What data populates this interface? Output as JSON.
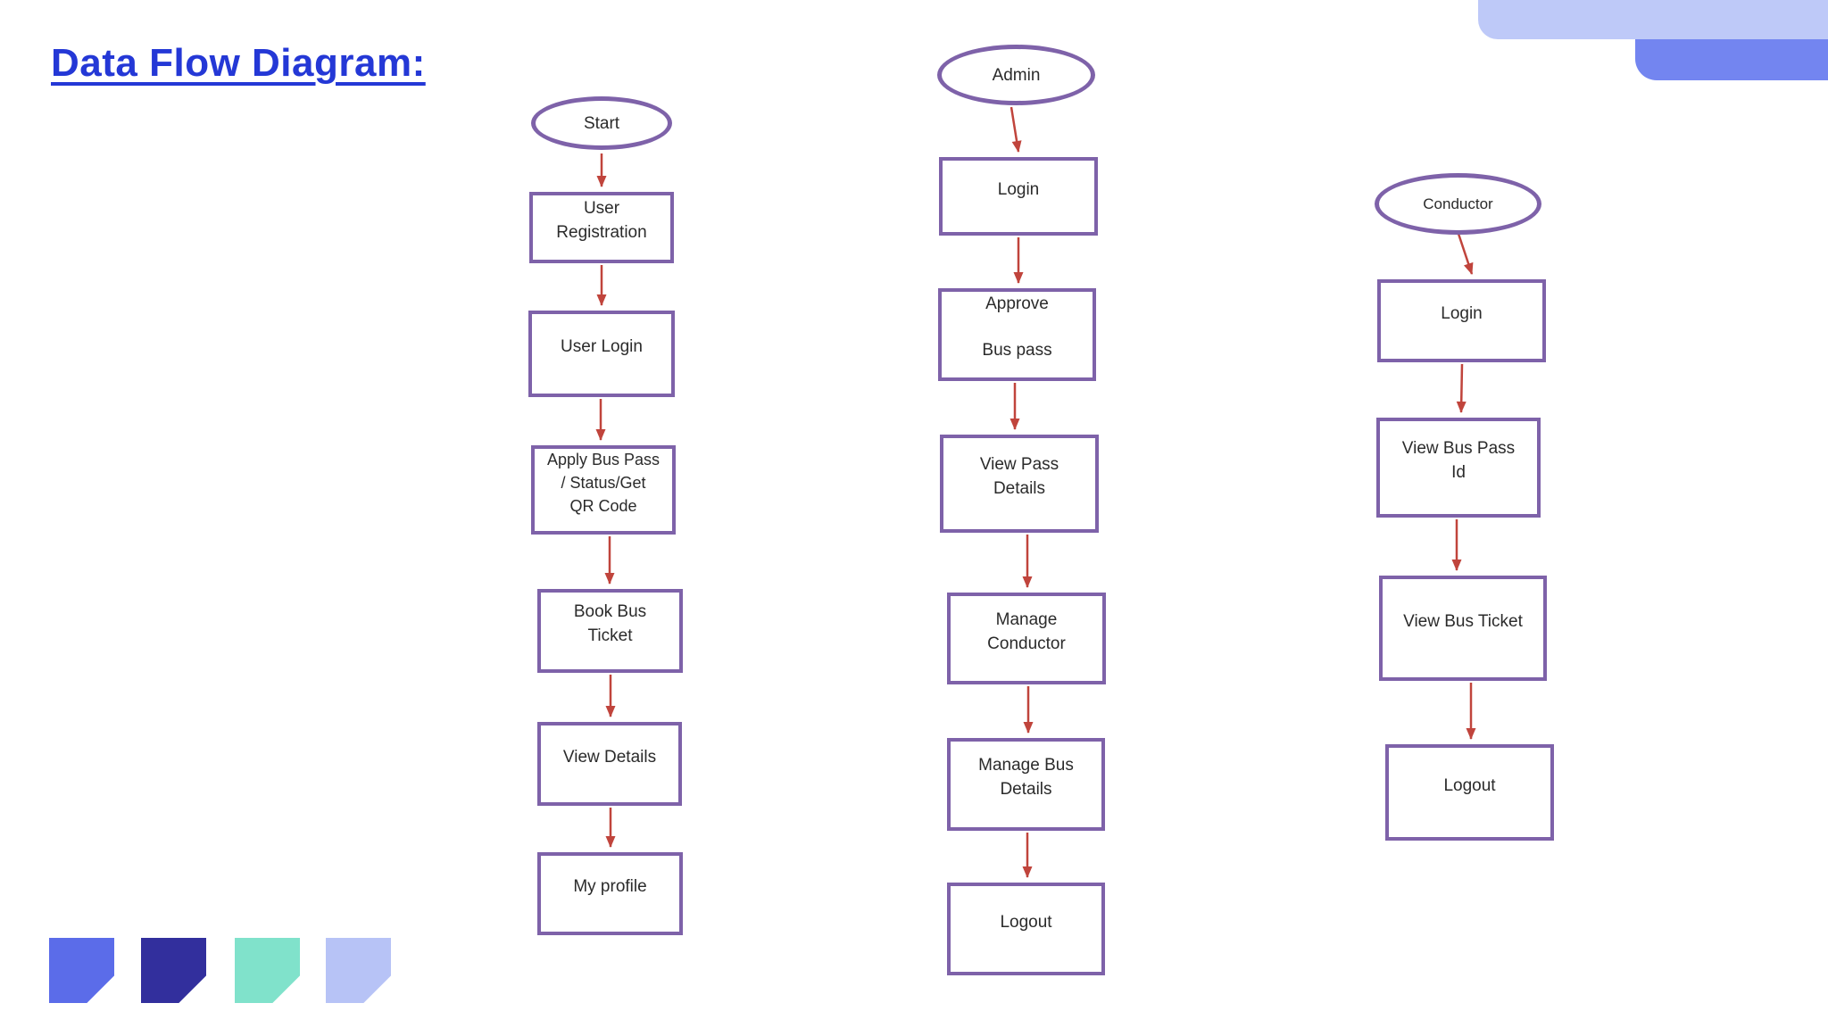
{
  "page": {
    "title": "Data Flow Diagram:"
  },
  "colors": {
    "title_blue": "#2438d6",
    "node_border_purple": "#7e62a9",
    "arrow_red": "#c0443c",
    "node_text": "#2b2b2b",
    "background": "#ffffff",
    "deco_banner_light": "#bec9f8",
    "deco_banner_medium": "#7385f0",
    "deco_square_blue": "#5b6ce9",
    "deco_square_navy": "#322f9d",
    "deco_square_mint": "#80e2cb",
    "deco_square_lavender": "#b7c3f6"
  },
  "diagram": {
    "type": "flowchart",
    "connection_style": "sequential red arrows, top to bottom",
    "flows": [
      {
        "id": "user-flow",
        "nodes": [
          {
            "id": "start",
            "shape": "ellipse",
            "label": "Start"
          },
          {
            "id": "user-registration",
            "shape": "rect",
            "label": "User\nRegistration"
          },
          {
            "id": "user-login",
            "shape": "rect",
            "label": "User Login"
          },
          {
            "id": "apply-bus-pass",
            "shape": "rect",
            "label": "Apply Bus Pass\n/ Status/Get\nQR Code"
          },
          {
            "id": "book-bus-ticket",
            "shape": "rect",
            "label": "Book Bus\nTicket"
          },
          {
            "id": "view-details",
            "shape": "rect",
            "label": "View Details"
          },
          {
            "id": "my-profile",
            "shape": "rect",
            "label": "My profile"
          }
        ]
      },
      {
        "id": "admin-flow",
        "nodes": [
          {
            "id": "admin",
            "shape": "ellipse",
            "label": "Admin"
          },
          {
            "id": "admin-login",
            "shape": "rect",
            "label": "Login"
          },
          {
            "id": "approve-bus-pass",
            "shape": "rect",
            "label": "Approve\n\nBus pass"
          },
          {
            "id": "view-pass-details",
            "shape": "rect",
            "label": "View Pass\nDetails"
          },
          {
            "id": "manage-conductor",
            "shape": "rect",
            "label": "Manage\nConductor"
          },
          {
            "id": "manage-bus-details",
            "shape": "rect",
            "label": "Manage Bus\nDetails"
          },
          {
            "id": "admin-logout",
            "shape": "rect",
            "label": "Logout"
          }
        ]
      },
      {
        "id": "conductor-flow",
        "nodes": [
          {
            "id": "conductor",
            "shape": "ellipse",
            "label": "Conductor"
          },
          {
            "id": "conductor-login",
            "shape": "rect",
            "label": "Login"
          },
          {
            "id": "view-bus-pass-id",
            "shape": "rect",
            "label": "View Bus Pass\nId"
          },
          {
            "id": "view-bus-ticket",
            "shape": "rect",
            "label": "View Bus Ticket"
          },
          {
            "id": "conductor-logout",
            "shape": "rect",
            "label": "Logout"
          }
        ]
      }
    ]
  }
}
